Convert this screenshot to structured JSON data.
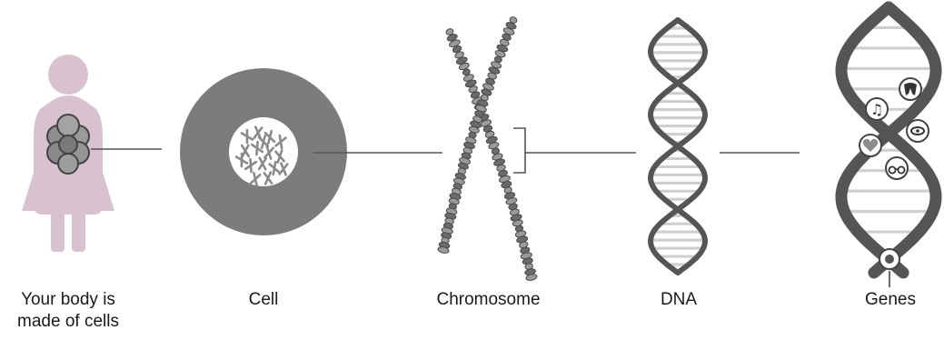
{
  "labels": {
    "body": "Your body is\nmade of cells",
    "cell": "Cell",
    "chromosome": "Chromosome",
    "dna": "DNA",
    "genes": "Genes"
  },
  "colors": {
    "body": "#d9c2cf",
    "cell_wall": "#7c7c7c",
    "nucleus": "#ffffff",
    "strand": "#555555",
    "rung": "#cfcfcf",
    "line": "#555555",
    "text": "#1a1a1a"
  },
  "icons": [
    "tooth-icon",
    "music-note-icon",
    "eye-icon",
    "heart-icon",
    "glasses-icon",
    "face-icon"
  ]
}
